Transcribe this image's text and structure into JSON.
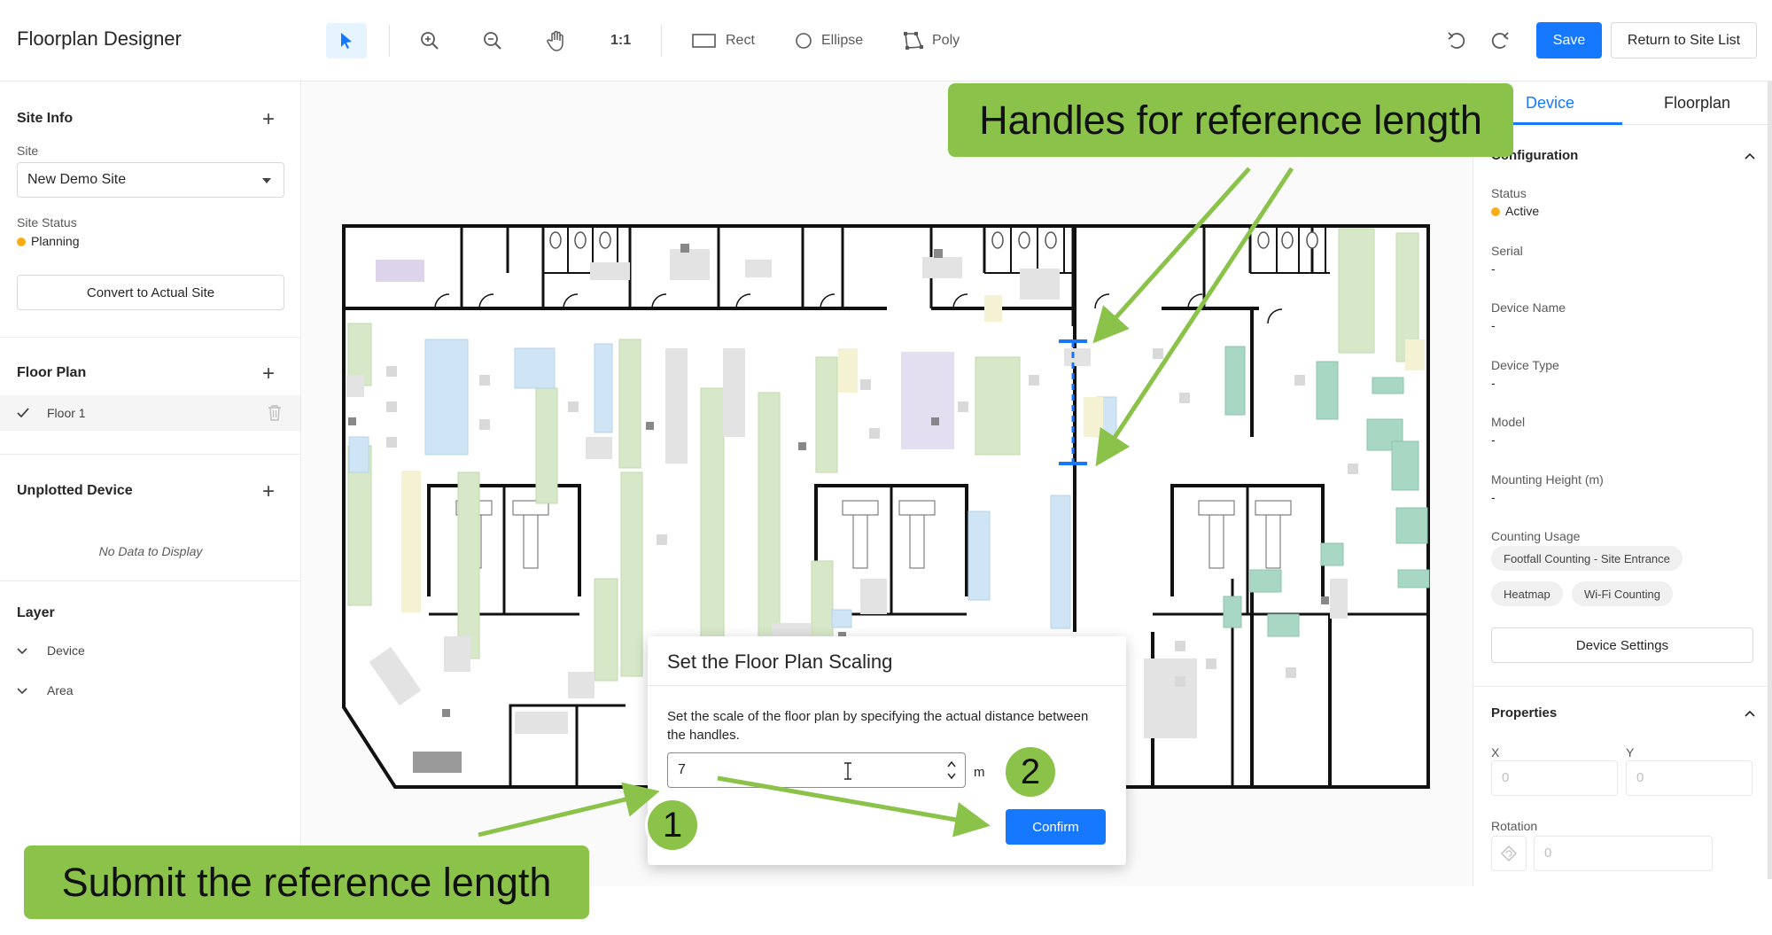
{
  "app_title": "Floorplan Designer",
  "toolbar": {
    "tools": [
      {
        "name": "select",
        "icon": "cursor-icon"
      },
      {
        "name": "zoom-in",
        "icon": "zoom-in-icon"
      },
      {
        "name": "zoom-out",
        "icon": "zoom-out-icon"
      },
      {
        "name": "pan",
        "icon": "hand-icon"
      }
    ],
    "actual_size_label": "1:1",
    "rect_label": "Rect",
    "ellipse_label": "Ellipse",
    "poly_label": "Poly",
    "save_label": "Save",
    "return_label": "Return to Site List"
  },
  "sidebar": {
    "site_info_title": "Site Info",
    "site_label": "Site",
    "site_value": "New Demo Site",
    "site_status_label": "Site Status",
    "site_status_value": "Planning",
    "convert_label": "Convert to Actual Site",
    "floor_plan_title": "Floor Plan",
    "floors": [
      {
        "label": "Floor 1"
      }
    ],
    "unplotted_title": "Unplotted Device",
    "no_data": "No Data to Display",
    "layer_title": "Layer",
    "layers": [
      {
        "label": "Device"
      },
      {
        "label": "Area"
      }
    ]
  },
  "right_panel": {
    "tabs": [
      {
        "label": "Device"
      },
      {
        "label": "Floorplan"
      }
    ],
    "config_title": "Configuration",
    "status_label": "Status",
    "status_value": "Active",
    "serial_label": "Serial",
    "serial_value": "-",
    "device_name_label": "Device Name",
    "device_name_value": "-",
    "device_type_label": "Device Type",
    "device_type_value": "-",
    "model_label": "Model",
    "model_value": "-",
    "mounting_label": "Mounting Height (m)",
    "mounting_value": "-",
    "counting_label": "Counting Usage",
    "counting_tags": [
      "Footfall Counting - Site Entrance",
      "Heatmap",
      "Wi-Fi Counting"
    ],
    "device_settings_label": "Device Settings",
    "properties_title": "Properties",
    "x_label": "X",
    "x_value": "0",
    "y_label": "Y",
    "y_value": "0",
    "rotation_label": "Rotation",
    "rotation_value": "0"
  },
  "modal": {
    "title": "Set the Floor Plan Scaling",
    "description": "Set the scale of the floor plan by specifying the actual distance between the handles.",
    "input_value": "7",
    "unit": "m",
    "confirm_label": "Confirm"
  },
  "annotations": {
    "handles_callout": "Handles for reference length",
    "submit_callout": "Submit the reference length",
    "step1": "1",
    "step2": "2"
  },
  "colors": {
    "primary": "#1677ff",
    "callout_green": "#8bc34a",
    "status_dot": "#faad14"
  }
}
